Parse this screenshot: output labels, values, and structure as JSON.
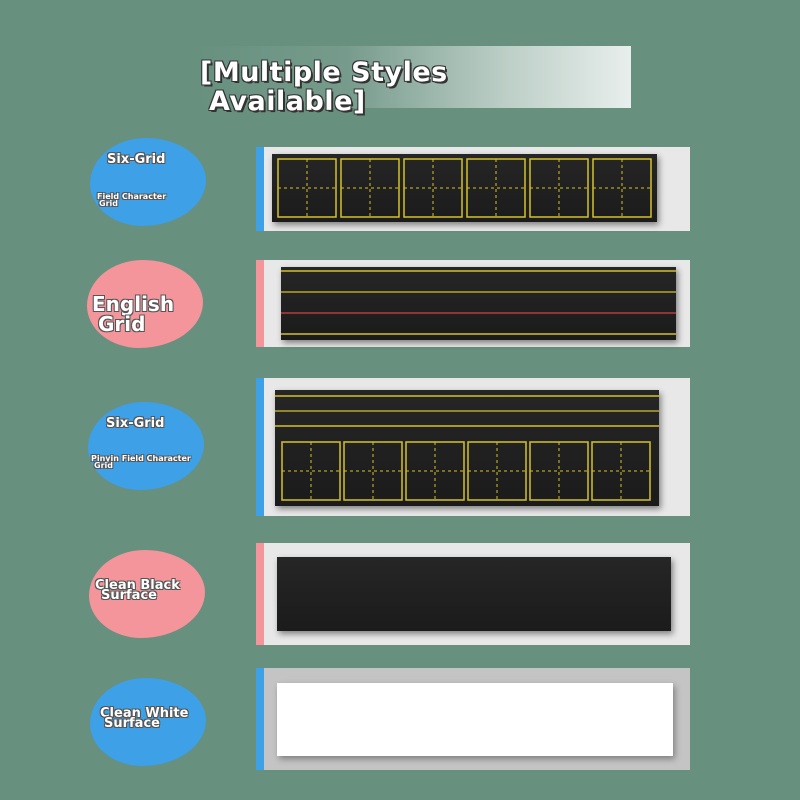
{
  "title": {
    "line1": "[Multiple Styles",
    "line2": "Available]"
  },
  "colors": {
    "background": "#67907f",
    "blue_accent": "#3ea0e6",
    "pink_accent": "#f3959b",
    "grid_line": "#d4c22a",
    "red_line": "#d04545"
  },
  "styles": [
    {
      "label_main": "Six-Grid",
      "label_sub1": "Field Character",
      "label_sub2": "Grid",
      "color": "blue",
      "board": "six-grid-field"
    },
    {
      "label_main": "English",
      "label_sub1": "Grid",
      "color": "pink",
      "board": "english-lines"
    },
    {
      "label_main": "Six-Grid",
      "label_sub1": "Pinyin Field Character",
      "label_sub2": "Grid",
      "color": "blue",
      "board": "pinyin-six-grid"
    },
    {
      "label_main": "Clean Black",
      "label_sub1": "Surface",
      "color": "pink",
      "board": "black"
    },
    {
      "label_main": "Clean White",
      "label_sub1": "Surface",
      "color": "blue",
      "board": "white"
    }
  ]
}
